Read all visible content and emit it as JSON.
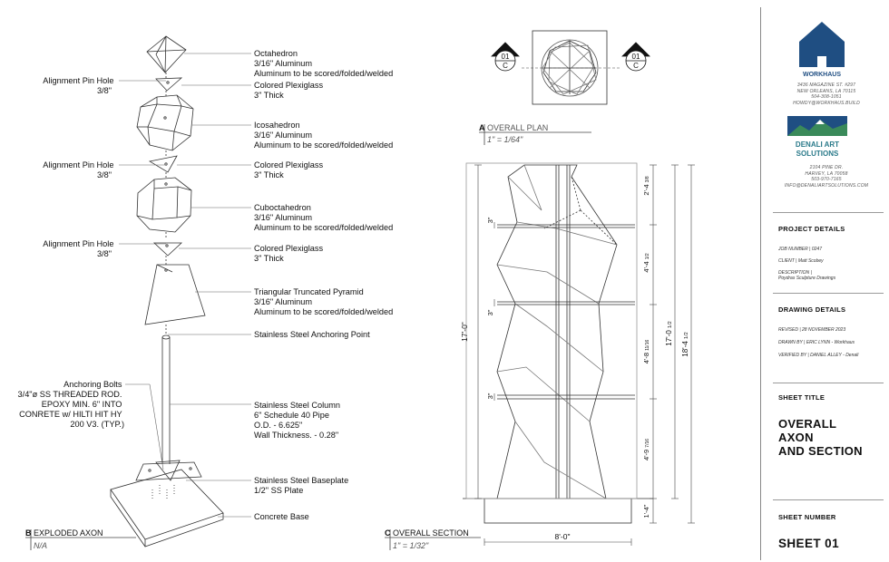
{
  "axon": {
    "labels": {
      "octahedron": [
        "Octahedron",
        "3/16\" Aluminum",
        "Aluminum to be scored/folded/welded"
      ],
      "plexi1": [
        "Colored Plexiglass",
        "3\" Thick"
      ],
      "icosahedron": [
        "Icosahedron",
        "3/16\" Aluminum",
        "Aluminum to be scored/folded/welded"
      ],
      "plexi2": [
        "Colored Plexiglass",
        "3\" Thick"
      ],
      "cuboctahedron": [
        "Cuboctahedron",
        "3/16\" Aluminum",
        "Aluminum to be scored/folded/welded"
      ],
      "plexi3": [
        "Colored Plexiglass",
        "3\" Thick"
      ],
      "pyramid": [
        "Triangular Truncated Pyramid",
        "3/16\" Aluminum",
        "Aluminum to be scored/folded/welded"
      ],
      "anchor_point": [
        "Stainless Steel Anchoring Point"
      ],
      "column": [
        "Stainless Steel Column",
        "6\" Schedule 40 Pipe",
        "O.D.  - 6.625\"",
        "Wall Thickness. - 0.28\""
      ],
      "baseplate": [
        "Stainless Steel Baseplate",
        "1/2\" SS Plate"
      ],
      "concrete": [
        "Concrete Base"
      ]
    },
    "pin_holes": [
      [
        "Alignment Pin Hole",
        "3/8\""
      ],
      [
        "Alignment Pin Hole",
        "3/8\""
      ],
      [
        "Alignment Pin Hole",
        "3/8\""
      ]
    ],
    "anchor_bolts": [
      "Anchoring Bolts",
      "3/4\"ø SS THREADED ROD.",
      "EPOXY MIN. 6\" INTO",
      "CONRETE w/ HILTI HIT HY",
      "200 V3. (TYP.)"
    ],
    "view": {
      "letter": "B",
      "title": "EXPLODED AXON",
      "scale": "N/A"
    }
  },
  "plan": {
    "view": {
      "letter": "A",
      "title": "OVERALL PLAN",
      "scale": "1\" = 1/64\""
    },
    "markers": [
      {
        "num": "01",
        "sheet": "C"
      },
      {
        "num": "01",
        "sheet": "C"
      }
    ]
  },
  "section": {
    "view": {
      "letter": "C",
      "title": "OVERALL SECTION",
      "scale": "1\" = 1/32\""
    },
    "dims": {
      "total_height": "17'-0\"",
      "overall_height": "18'-4",
      "overall_height_frac": "1/2",
      "base_height": "1'-4\"",
      "width": "8'-0\"",
      "sculpture_height": "17'-0",
      "sculpture_height_frac": "1/2",
      "seg1": "2'-4",
      "seg1_frac": "3/8",
      "seg2": "4'-4",
      "seg2_frac": "1/2",
      "seg3": "4'-8",
      "seg3_frac": "11/16",
      "seg4": "4'-9",
      "seg4_frac": "7/16",
      "gap": "3\""
    }
  },
  "titleblock": {
    "workhaus": {
      "name": "WORKHAUS",
      "address": [
        "3436 MAGAZINE ST. #297",
        "NEW ORLEANS, LA 70115",
        "504-308-1051",
        "HOWDY@WORKHAUS.BUILD"
      ]
    },
    "denali": {
      "name_line1": "DENALI ART",
      "name_line2": "SOLUTIONS",
      "address": [
        "2104 PINE DR.",
        "HARVEY, LA 70058",
        "503-970-7165",
        "INFO@DENALIARTSOLUTIONS.COM"
      ]
    },
    "project_details": {
      "heading": "PROJECT DETAILS",
      "job_number": "JOB NUMBER |  0247",
      "client": "CLIENT | Matt Scobey",
      "description_label": "DESCRIPTION |",
      "description": "Poydras Sculpture Drawings"
    },
    "drawing_details": {
      "heading": "DRAWING DETAILS",
      "revised": "REVISED | 28 NOVEMBER 2023",
      "drawn_by": "DRAWN BY |  ERIC LYNN - Workhaus",
      "verified_by": "VERIFIED BY | DANIEL ALLEY - Denali"
    },
    "sheet_title": {
      "heading": "SHEET TITLE",
      "lines": [
        "OVERALL",
        "AXON",
        "AND SECTION"
      ]
    },
    "sheet_number": {
      "heading": "SHEET NUMBER",
      "value": "SHEET 01"
    },
    "colors": {
      "workhaus_blue": "#1f4e82",
      "denali_teal": "#2a7a8a"
    }
  }
}
